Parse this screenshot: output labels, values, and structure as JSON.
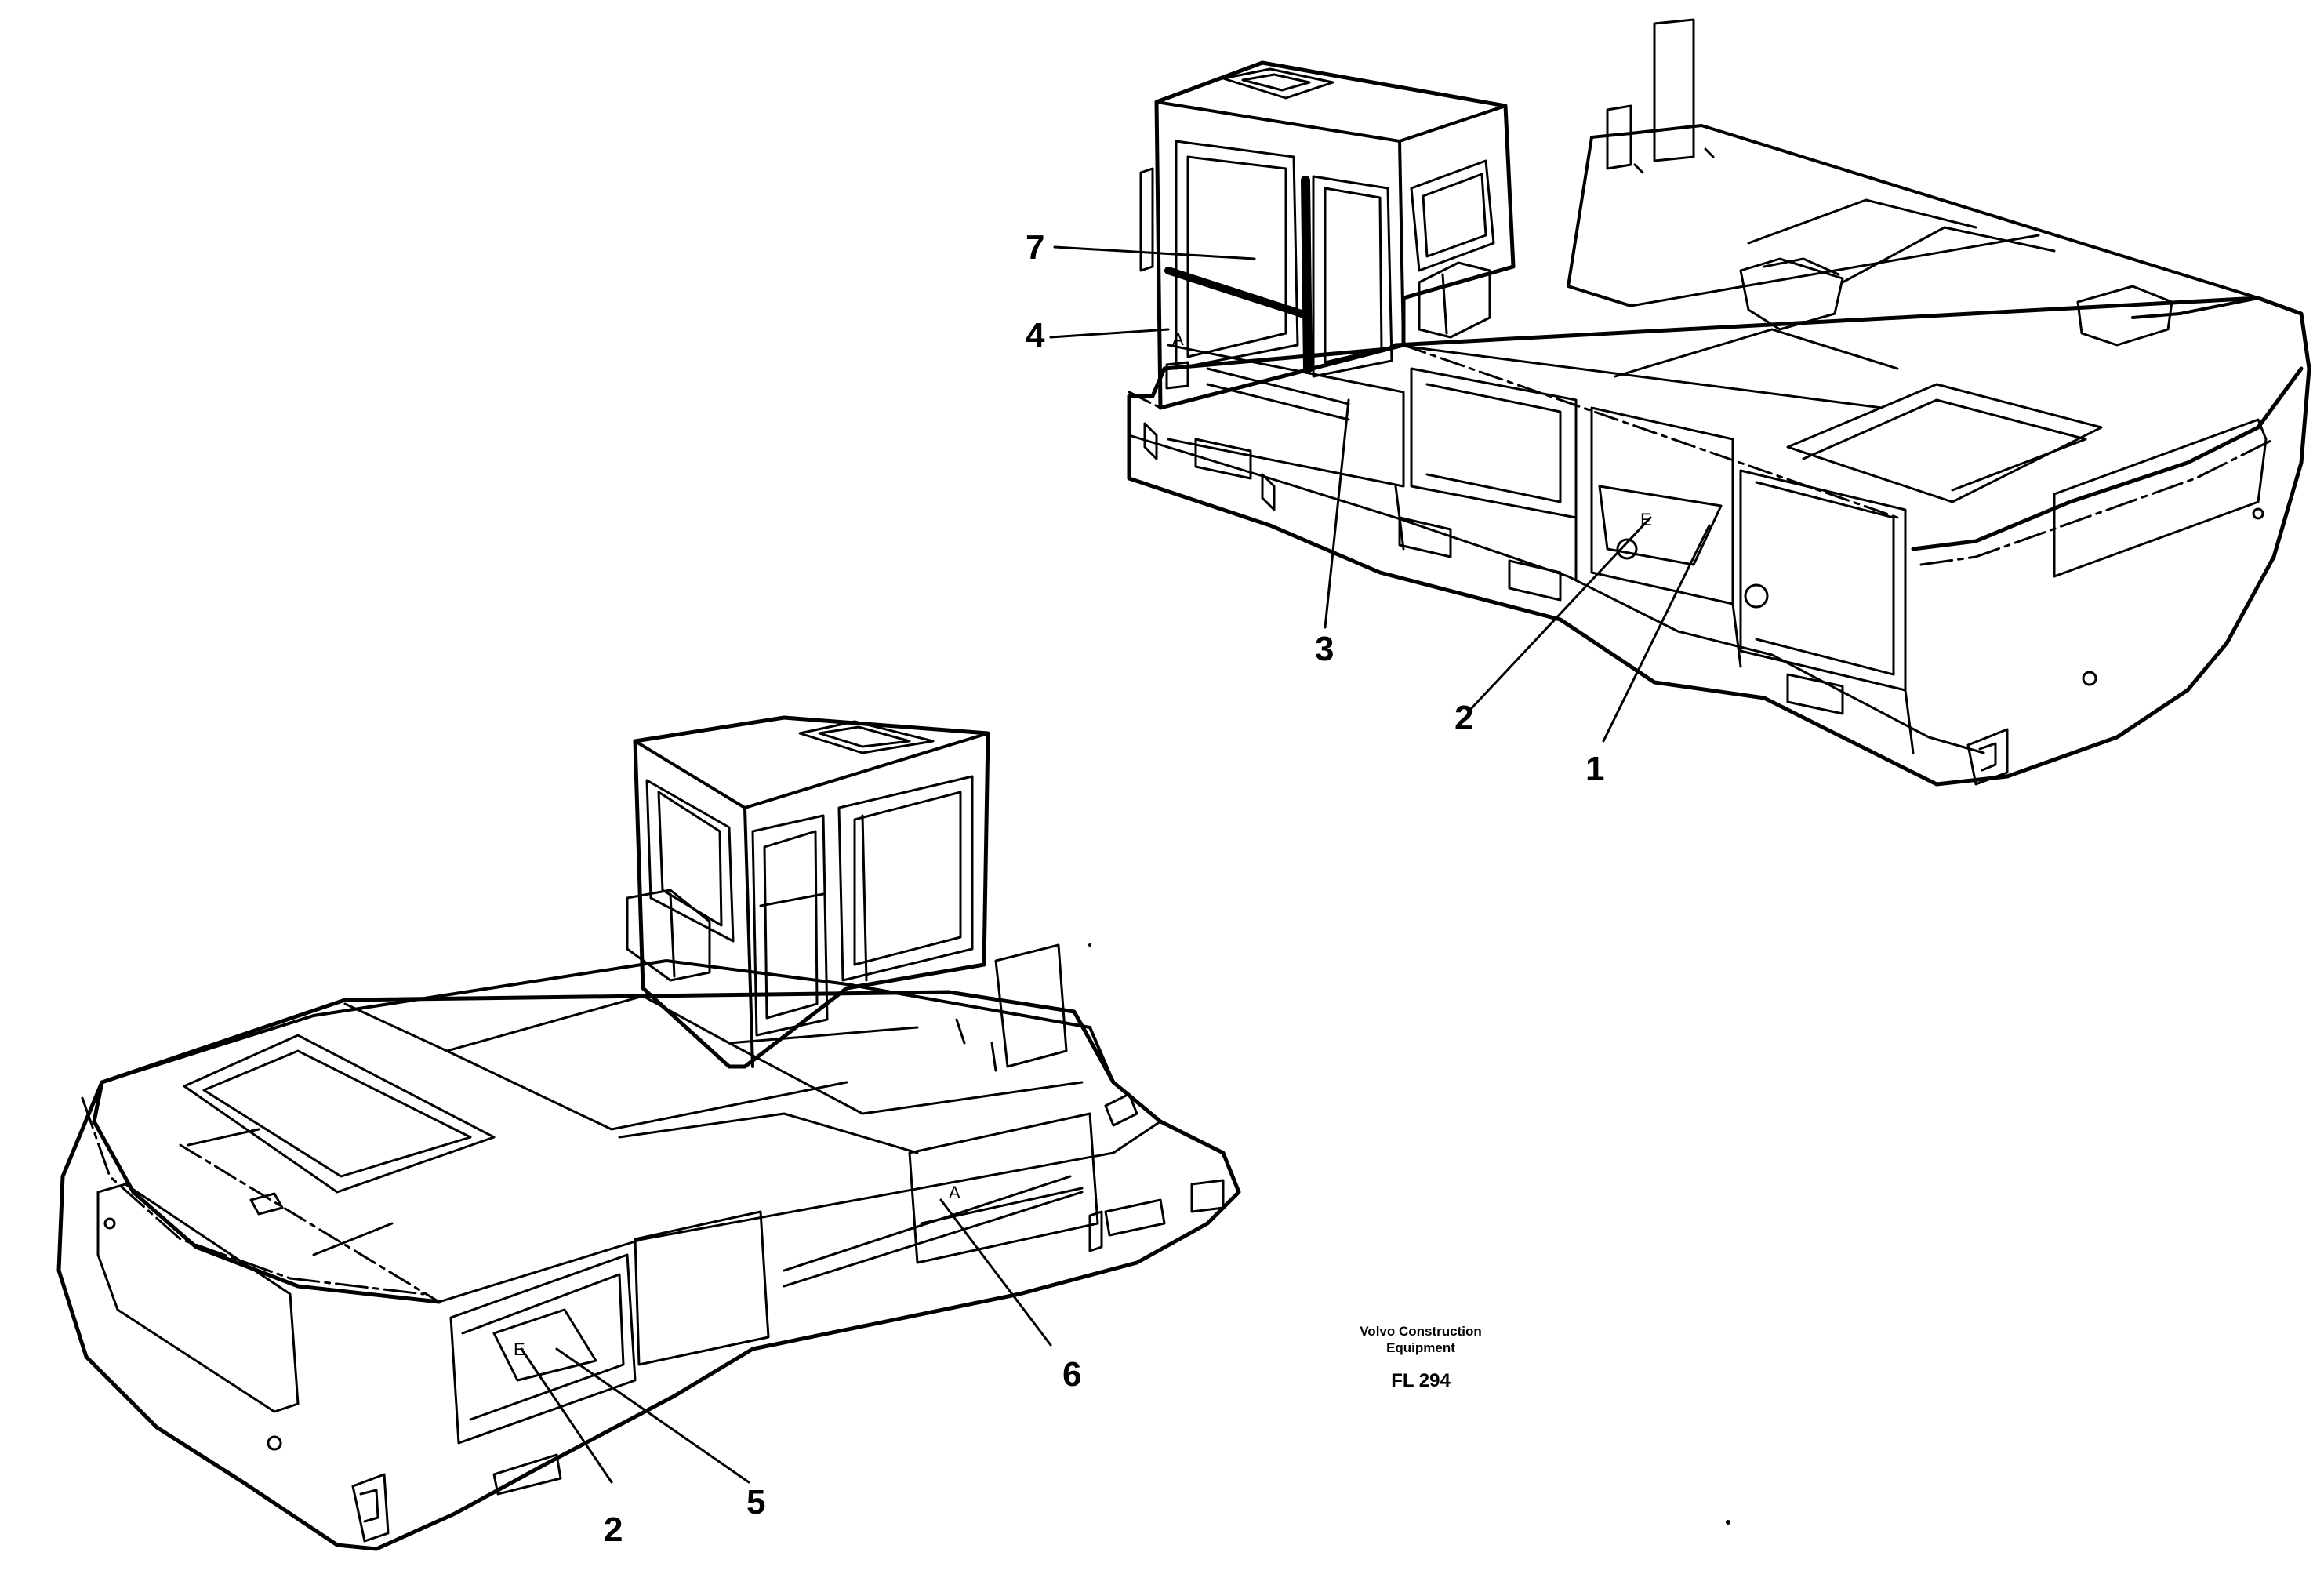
{
  "callouts": {
    "c1": "1",
    "c2a": "2",
    "c2b": "2",
    "c3": "3",
    "c4": "4",
    "c5": "5",
    "c6": "6",
    "c7": "7"
  },
  "panel_marks": {
    "upper_e": "E",
    "upper_a": "A",
    "lower_e": "E",
    "lower_a": "A"
  },
  "caption": {
    "line1": "Volvo Construction",
    "line2": "Equipment",
    "code": "FL 294"
  },
  "colors": {
    "ink": "#000000",
    "paper": "#ffffff"
  }
}
